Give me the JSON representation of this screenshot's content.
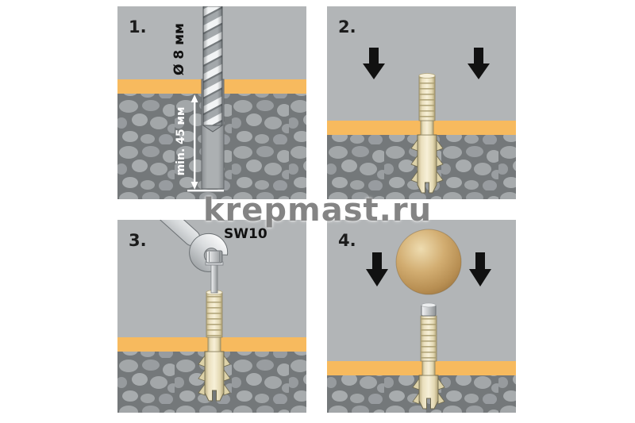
{
  "watermark": {
    "text": "krepmast.ru"
  },
  "steps": {
    "one": {
      "number": "1.",
      "diameter_label": "Ø 8 мм",
      "depth_label": "min. 45 мм",
      "graphic": "drill-bit-icon"
    },
    "two": {
      "number": "2.",
      "graphic": "dowel-insert-icon"
    },
    "three": {
      "number": "3.",
      "wrench_label": "SW10",
      "graphic": "wrench-tighten-icon"
    },
    "four": {
      "number": "4.",
      "graphic": "knob-install-icon"
    }
  },
  "colors": {
    "background": "#ffffff",
    "wall_gray": "#b2b5b7",
    "masonry_dark": "#74787a",
    "stone_light": "#a3a7a9",
    "plaster_band": "#f7ba5e",
    "dowel_cream": "#eadfbd",
    "arrow_black": "#111111",
    "ball_tan": "#c9a66b",
    "watermark_gray": "#7d7d7d"
  }
}
